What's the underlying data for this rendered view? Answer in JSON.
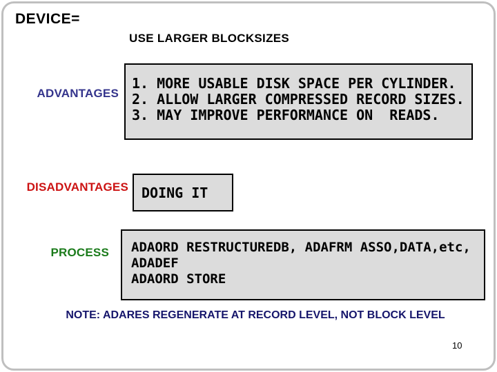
{
  "slide": {
    "title": "DEVICE=",
    "heading": "USE LARGER BLOCKSIZES",
    "note": "NOTE: ADARES REGENERATE AT RECORD LEVEL, NOT BLOCK LEVEL",
    "page_number": "10"
  },
  "sections": {
    "advantages": {
      "label": "ADVANTAGES",
      "label_color": "#34348c",
      "lines": [
        "1. MORE USABLE DISK SPACE PER CYLINDER.",
        "2. ALLOW LARGER COMPRESSED RECORD SIZES.",
        "3. MAY IMPROVE PERFORMANCE ON  READS."
      ]
    },
    "disadvantages": {
      "label": "DISADVANTAGES",
      "label_color": "#cc1212",
      "lines": [
        "DOING IT"
      ]
    },
    "process": {
      "label": "PROCESS",
      "label_color": "#1b7b1b",
      "lines": [
        "ADAORD RESTRUCTUREDB, ADAFRM ASSO,DATA,etc,",
        "ADADEF",
        "ADAORD STORE"
      ]
    }
  },
  "colors": {
    "note_text": "#15156b",
    "box_background": "#dcdcdc",
    "box_border": "#000000",
    "frame_border": "#bfbfbf"
  }
}
